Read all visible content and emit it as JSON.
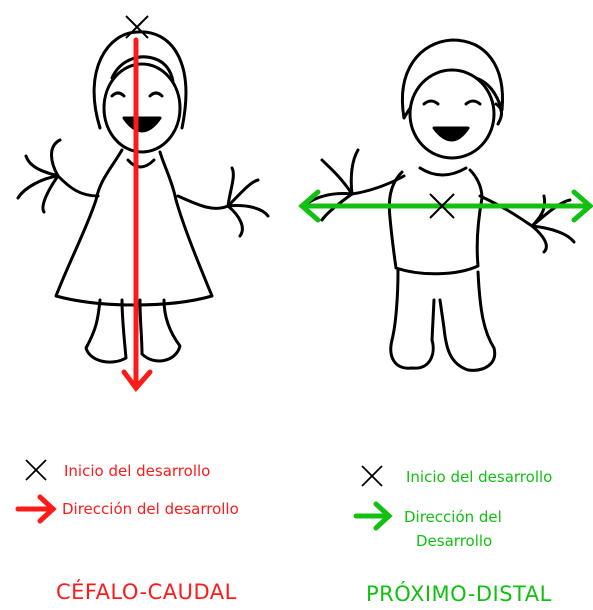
{
  "colors": {
    "cephalo": "#ff1a1a",
    "proximo": "#11c011",
    "ink": "#000000"
  },
  "left": {
    "legend": {
      "start_label": "Inicio del desarrollo",
      "direction_label": "Dirección del desarrollo",
      "start_icon": "x-mark-icon",
      "direction_icon": "arrow-right-icon"
    },
    "title": "CÉFALO-CAUDAL"
  },
  "right": {
    "legend": {
      "start_label": "Inicio del desarrollo",
      "direction_label_line1": "Dirección del",
      "direction_label_line2": "Desarrollo",
      "start_icon": "x-mark-icon",
      "direction_icon": "arrow-right-icon"
    },
    "title": "PRÓXIMO-DISTAL"
  }
}
